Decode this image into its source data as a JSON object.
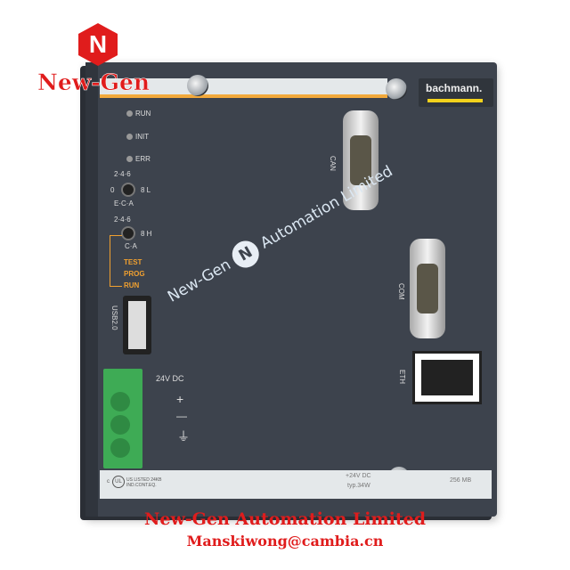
{
  "watermark": {
    "logo_text": "New-Gen",
    "left": "New-Gen",
    "badge": "N",
    "right": "Automation Limited"
  },
  "device": {
    "brand": "bachmann.",
    "leds": [
      "RUN",
      "INIT",
      "ERR"
    ],
    "switch_low": {
      "top": "2·4·6",
      "left": "0",
      "right": "8 L",
      "bottom": "E·C·A"
    },
    "switch_high": {
      "top": "2·4·6",
      "right": "8 H",
      "bottom": "C·A"
    },
    "modes": [
      "TEST",
      "PROG",
      "RUN"
    ],
    "ports": {
      "can": "CAN",
      "com": "COM",
      "eth": "ETH",
      "usb": "USB2.0"
    },
    "power": {
      "label": "24V DC",
      "plus": "+",
      "minus": "—",
      "ground": "⏚"
    },
    "bottom": {
      "ul": "UL",
      "ul_c": "c",
      "ul_text": "US LISTED 24KB IND.CONT.EQ.",
      "power": "+24V DC",
      "power2": "typ.34W",
      "memory": "256 MB"
    },
    "accent": "#f2a93b",
    "body_color": "#3d434d"
  },
  "footer": {
    "company": "New-Gen Automation Limited",
    "email": "Manskiwong@cambia.cn"
  }
}
